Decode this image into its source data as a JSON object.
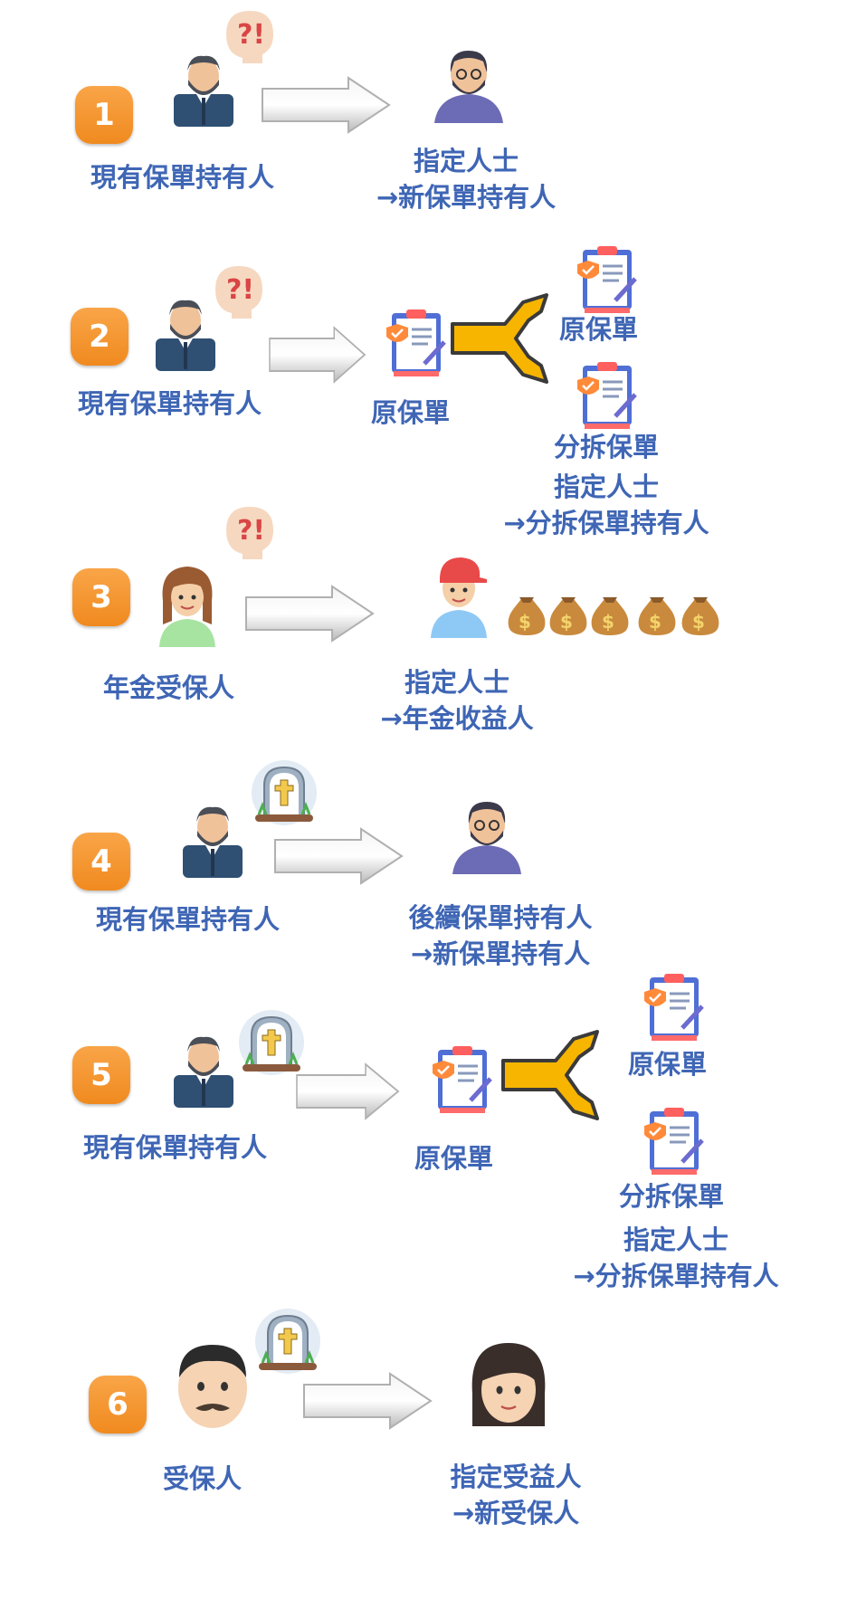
{
  "steps": [
    {
      "number": "1",
      "left": "現有保單持有人",
      "right_line1": "指定人士",
      "right_line2": "→新保單持有人"
    },
    {
      "number": "2",
      "left": "現有保單持有人",
      "mid": "原保單",
      "top": "原保單",
      "bottom": "分拆保單",
      "right_line1": "指定人士",
      "right_line2": "→分拆保單持有人"
    },
    {
      "number": "3",
      "left": "年金受保人",
      "right_line1": "指定人士",
      "right_line2": "→年金收益人"
    },
    {
      "number": "4",
      "left": "現有保單持有人",
      "right_line1": "後續保單持有人",
      "right_line2": "→新保單持有人"
    },
    {
      "number": "5",
      "left": "現有保單持有人",
      "mid": "原保單",
      "top": "原保單",
      "bottom": "分拆保單",
      "right_line1": "指定人士",
      "right_line2": "→分拆保單持有人"
    },
    {
      "number": "6",
      "left": "受保人",
      "right_line1": "指定受益人",
      "right_line2": "→新受保人"
    }
  ],
  "colors": {
    "label": "#3f66b5",
    "badge": "#f08a1f",
    "splitter": "#f7b500"
  }
}
